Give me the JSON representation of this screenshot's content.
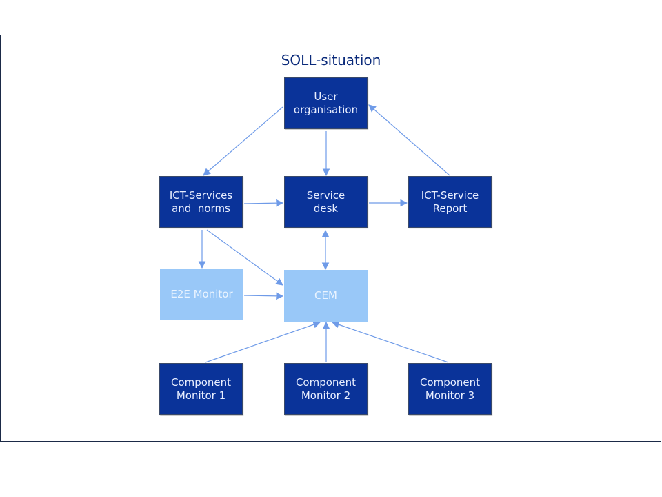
{
  "title": "SOLL-situation",
  "colors": {
    "dark_box": "#0a3399",
    "light_box": "#99c8f8",
    "arrow": "#6f9be8",
    "title": "#0a2a7a"
  },
  "nodes": {
    "user_org": {
      "line1": "User",
      "line2": "organisation"
    },
    "ict_services": {
      "line1": "ICT-Services",
      "line2": "and  norms"
    },
    "service_desk": {
      "line1": "Service",
      "line2": "desk"
    },
    "ict_report": {
      "line1": "ICT-Service",
      "line2": "Report"
    },
    "e2e": {
      "line1": "E2E Monitor"
    },
    "cem": {
      "line1": "CEM"
    },
    "comp1": {
      "line1": "Component",
      "line2": "Monitor 1"
    },
    "comp2": {
      "line1": "Component",
      "line2": "Monitor 2"
    },
    "comp3": {
      "line1": "Component",
      "line2": "Monitor 3"
    }
  },
  "edges": [
    {
      "from": "user_org",
      "to": "ict_services"
    },
    {
      "from": "user_org",
      "to": "service_desk"
    },
    {
      "from": "ict_report",
      "to": "user_org"
    },
    {
      "from": "ict_services",
      "to": "service_desk"
    },
    {
      "from": "service_desk",
      "to": "ict_report"
    },
    {
      "from": "ict_services",
      "to": "e2e"
    },
    {
      "from": "ict_services",
      "to": "cem"
    },
    {
      "from": "e2e",
      "to": "cem"
    },
    {
      "from": "service_desk",
      "to": "cem",
      "bidirectional": true
    },
    {
      "from": "comp1",
      "to": "cem"
    },
    {
      "from": "comp2",
      "to": "cem"
    },
    {
      "from": "comp3",
      "to": "cem"
    }
  ]
}
